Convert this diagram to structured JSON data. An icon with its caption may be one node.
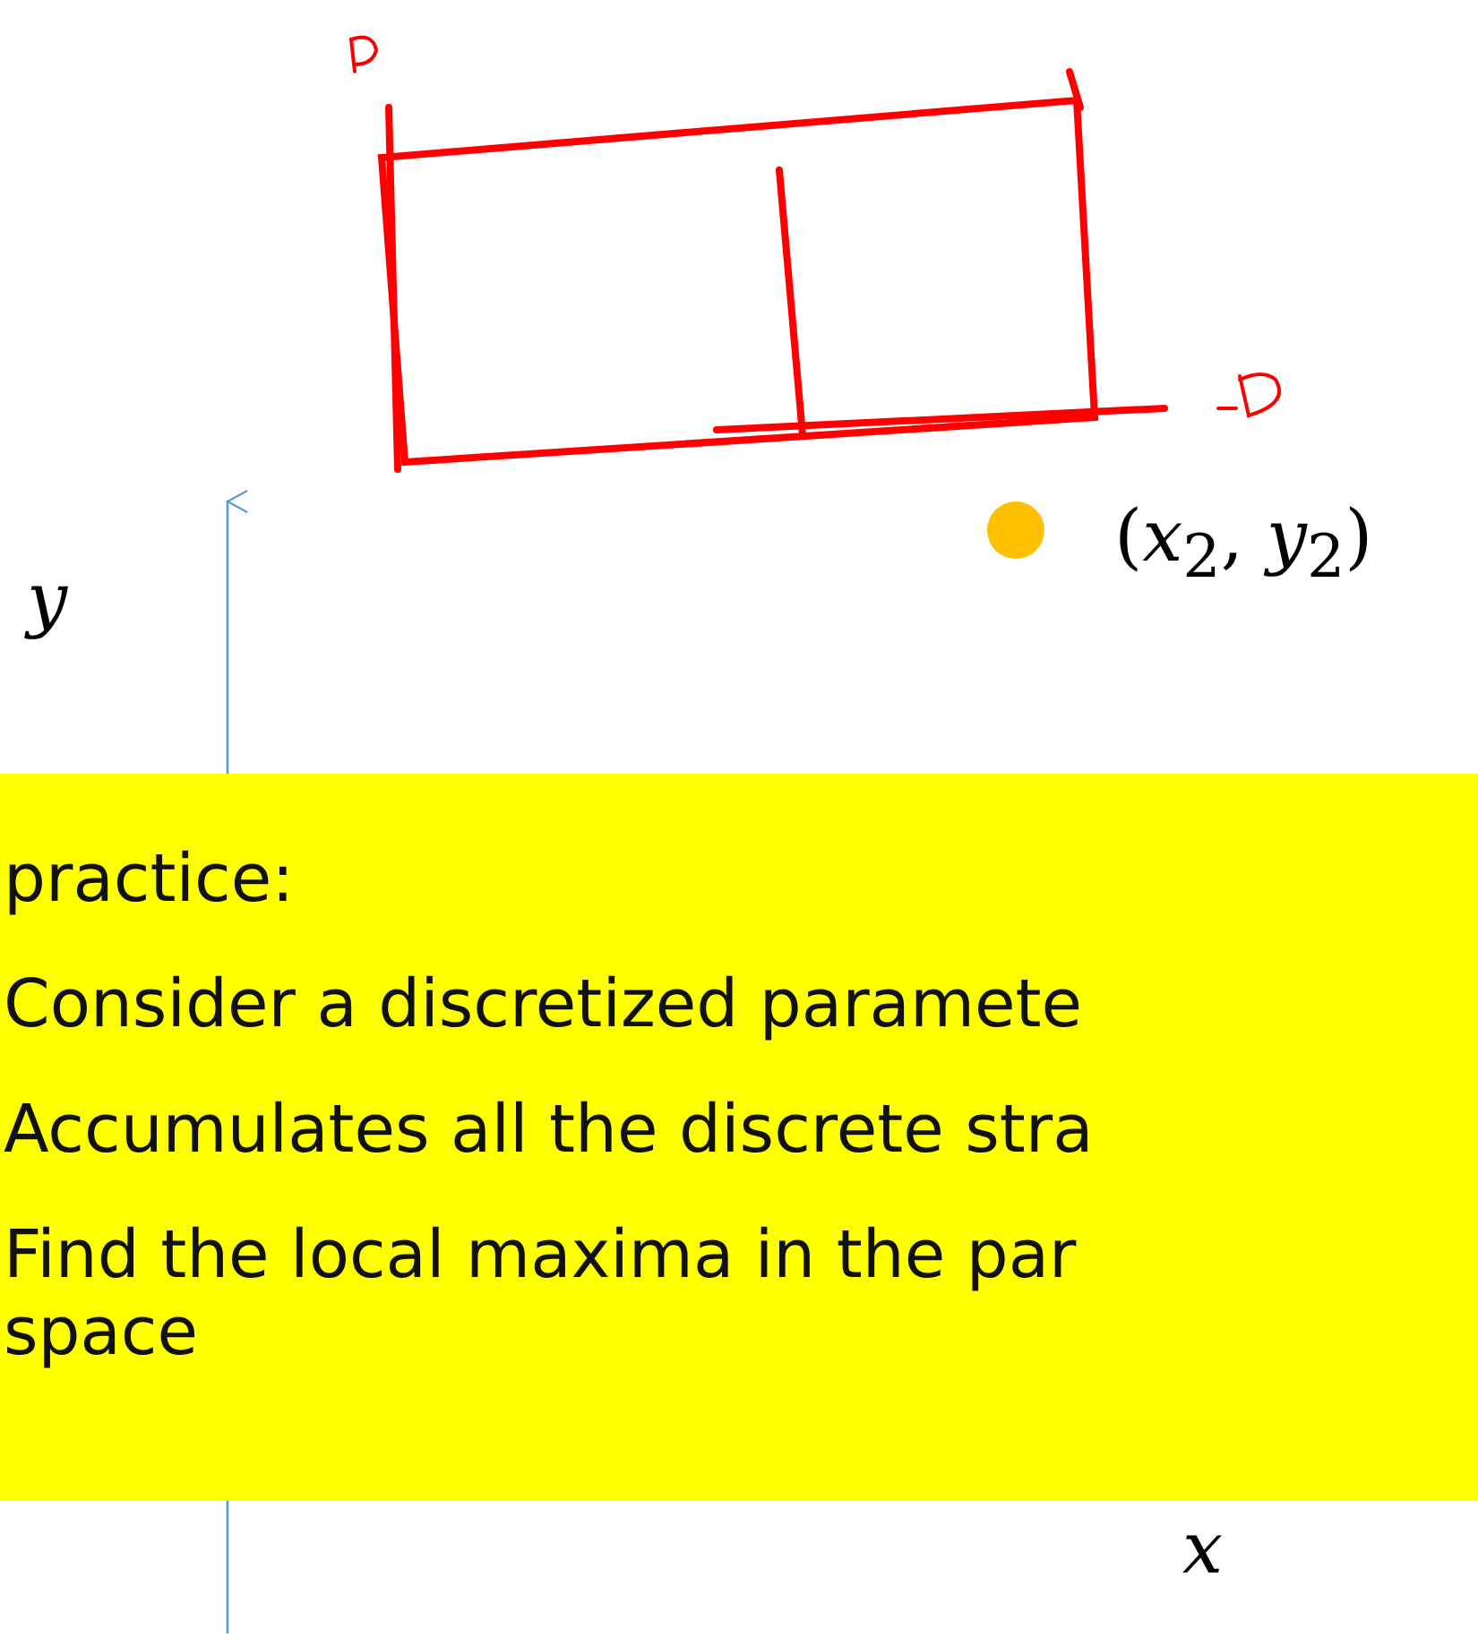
{
  "diagram": {
    "nodes": [
      {
        "text": [
          "practice:",
          "Consider a discretized paramete",
          "Accumulates all the discrete stra",
          "Find the local maxima in the par space"
        ]
      }
    ],
    "labels": [
      "y",
      "(*x*$_{2}$, *y*$_{2}$)",
      "x"
    ]
  }
}
